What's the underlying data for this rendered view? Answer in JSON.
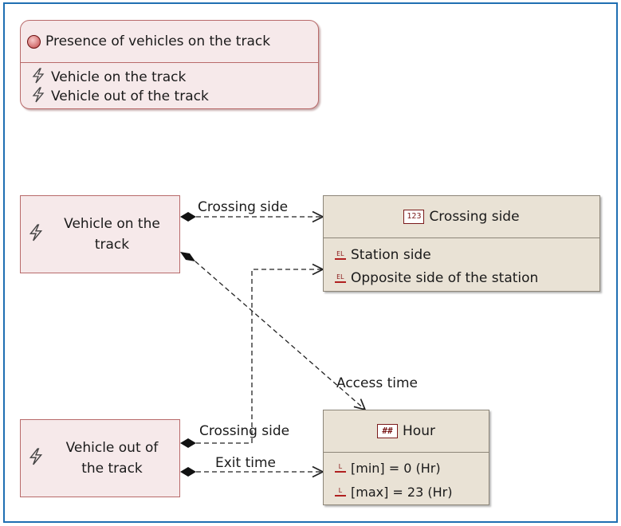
{
  "state_machine": {
    "title": "Presence of vehicles on the track",
    "events": [
      "Vehicle on the track",
      "Vehicle out of the track"
    ]
  },
  "event_vehicle_on": {
    "label_line1": "Vehicle on the",
    "label_line2": "track"
  },
  "event_vehicle_out": {
    "label_line1": "Vehicle out of",
    "label_line2": "the track"
  },
  "crossing_side_type": {
    "icon_text": "123",
    "title": "Crossing side",
    "literals": [
      "Station side",
      "Opposite side of the station"
    ],
    "literal_icon": "EL"
  },
  "hour_type": {
    "icon_text": "##",
    "title": "Hour",
    "attributes": [
      "[min]  = 0 (Hr)",
      "[max]  = 23 (Hr)"
    ],
    "attribute_icon": "L"
  },
  "edges": {
    "on_crossing_side": "Crossing side",
    "on_access_time": "Access time",
    "out_crossing_side": "Crossing side",
    "out_exit_time": "Exit time"
  },
  "colors": {
    "frame": "#1f6fb2",
    "event_fill": "#f6e9ea",
    "event_border": "#b86a6a",
    "type_fill": "#e9e2d5",
    "type_border": "#8c8578"
  },
  "icons": {
    "state": "state-circle-icon",
    "event": "lightning-icon",
    "enumeration": "enumeration-icon",
    "numeric_type": "numeric-type-icon",
    "literal": "enum-literal-icon",
    "attribute": "attribute-icon"
  }
}
